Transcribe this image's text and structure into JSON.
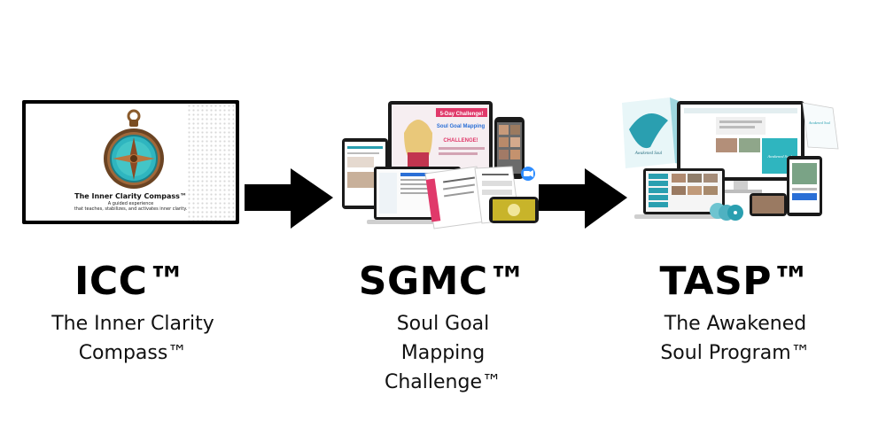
{
  "products": [
    {
      "abbr": "ICC™",
      "name_lines": [
        "The Inner Clarity",
        "Compass™"
      ],
      "card": {
        "title": "The Inner Clarity Compass™",
        "subtitle_lines": [
          "A guided experience",
          "that teaches, stabilizes, and activates inner clarity."
        ]
      }
    },
    {
      "abbr": "SGMC™",
      "name_lines": [
        "Soul Goal",
        "Mapping",
        "Challenge™"
      ],
      "mockup": {
        "banner": "5-Day Challenge!",
        "heading": "Soul Goal Mapping",
        "tag": "CHALLENGE!"
      }
    },
    {
      "abbr": "TASP™",
      "name_lines": [
        "The Awakened",
        "Soul Program™"
      ]
    }
  ],
  "colors": {
    "accent_teal": "#2a9fb0",
    "accent_pink": "#e0396a",
    "arrow": "#000000"
  },
  "icons": [
    "compass-icon",
    "video-call-icon",
    "arrow-right-icon"
  ]
}
